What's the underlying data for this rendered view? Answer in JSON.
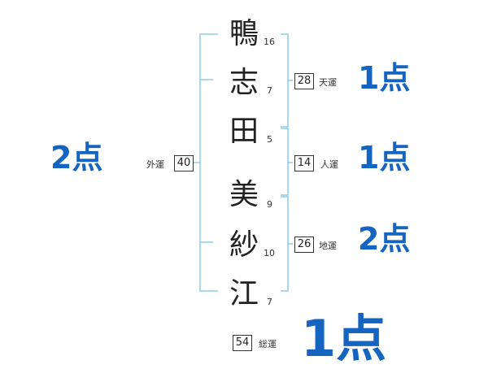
{
  "colors": {
    "bracket": "#8ecbea",
    "score": "#1565c0",
    "text": "#222222"
  },
  "name_characters": [
    {
      "char": "鴨",
      "strokes": "16"
    },
    {
      "char": "志",
      "strokes": "7"
    },
    {
      "char": "田",
      "strokes": "5"
    },
    {
      "char": "美",
      "strokes": "9"
    },
    {
      "char": "紗",
      "strokes": "10"
    },
    {
      "char": "江",
      "strokes": "7"
    }
  ],
  "fortunes": {
    "tenkaku": {
      "value": "28",
      "label": "天運",
      "score": "1点"
    },
    "jinkaku": {
      "value": "14",
      "label": "人運",
      "score": "1点"
    },
    "chikaku": {
      "value": "26",
      "label": "地運",
      "score": "2点"
    },
    "gaikaku": {
      "value": "40",
      "label": "外運",
      "score": "2点"
    },
    "soukaku": {
      "value": "54",
      "label": "総運",
      "score": "1点"
    }
  }
}
